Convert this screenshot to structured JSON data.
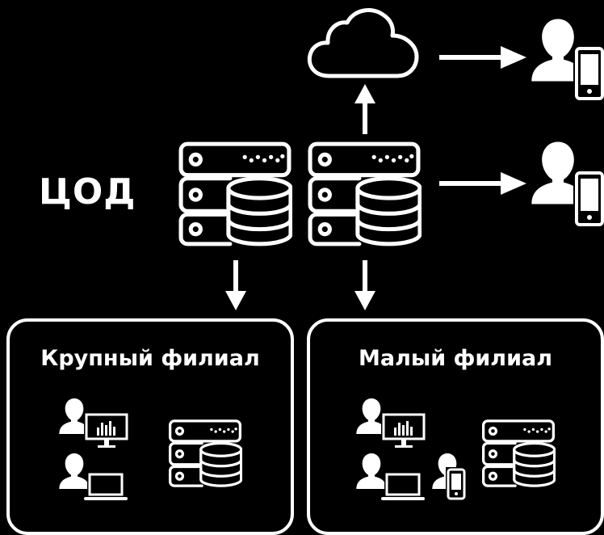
{
  "data_center": {
    "label": "ЦОД"
  },
  "branches": [
    {
      "title": "Крупный филиал"
    },
    {
      "title": "Малый филиал"
    }
  ],
  "icons": [
    "cloud-icon",
    "server-icon",
    "database-icon",
    "user-icon",
    "smartphone-icon",
    "monitor-chart-icon",
    "laptop-icon",
    "arrow-icon"
  ],
  "colors": {
    "background": "#000000",
    "foreground": "#ffffff"
  }
}
